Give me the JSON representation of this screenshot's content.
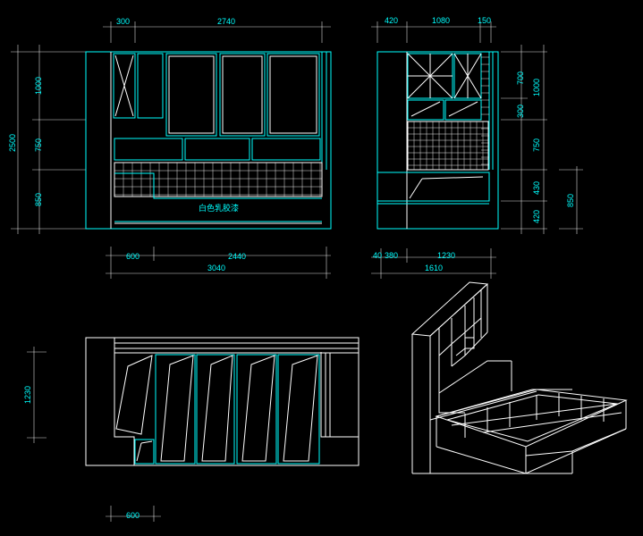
{
  "colors": {
    "background": "#000000",
    "primary_line": "#00ffff",
    "secondary_line": "#ffffff",
    "dimension_text": "#00ffff"
  },
  "front_elevation": {
    "top_dims": [
      "300",
      "2740"
    ],
    "left_dims": [
      "2500",
      "1000",
      "750",
      "850"
    ],
    "bottom_dims": [
      "600",
      "2440",
      "3040"
    ],
    "note": "白色乳胶漆"
  },
  "side_elevation": {
    "top_dims": [
      "420",
      "1080",
      "150"
    ],
    "right_dims": [
      "700",
      "1000",
      "300",
      "750",
      "430",
      "850",
      "420"
    ],
    "bottom_dims": [
      "40",
      "380",
      "1230",
      "1610"
    ]
  },
  "plan_view": {
    "left_dims": [
      "1230"
    ],
    "bottom_dims": [
      "600"
    ]
  }
}
